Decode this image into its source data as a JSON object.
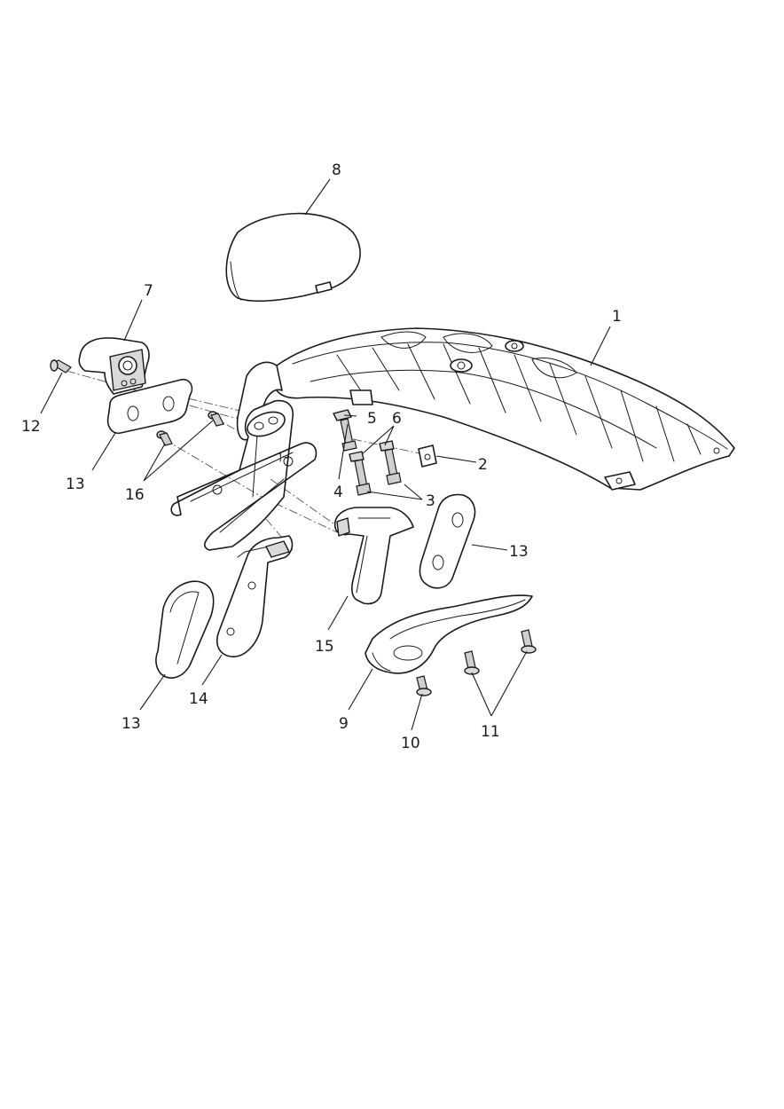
{
  "diagram": {
    "type": "exploded-parts-diagram",
    "callouts": [
      {
        "id": "c1",
        "label": "1"
      },
      {
        "id": "c2",
        "label": "2"
      },
      {
        "id": "c3",
        "label": "3"
      },
      {
        "id": "c4",
        "label": "4"
      },
      {
        "id": "c5",
        "label": "5"
      },
      {
        "id": "c6",
        "label": "6"
      },
      {
        "id": "c7",
        "label": "7"
      },
      {
        "id": "c8",
        "label": "8"
      },
      {
        "id": "c9",
        "label": "9"
      },
      {
        "id": "c10",
        "label": "10"
      },
      {
        "id": "c11",
        "label": "11"
      },
      {
        "id": "c12",
        "label": "12"
      },
      {
        "id": "c13a",
        "label": "13"
      },
      {
        "id": "c13b",
        "label": "13"
      },
      {
        "id": "c13c",
        "label": "13"
      },
      {
        "id": "c14",
        "label": "14"
      },
      {
        "id": "c15",
        "label": "15"
      },
      {
        "id": "c16",
        "label": "16"
      }
    ],
    "colors": {
      "line": "#1a1a1a",
      "fill": "#ffffff",
      "shade": "#d9d9d9"
    }
  }
}
